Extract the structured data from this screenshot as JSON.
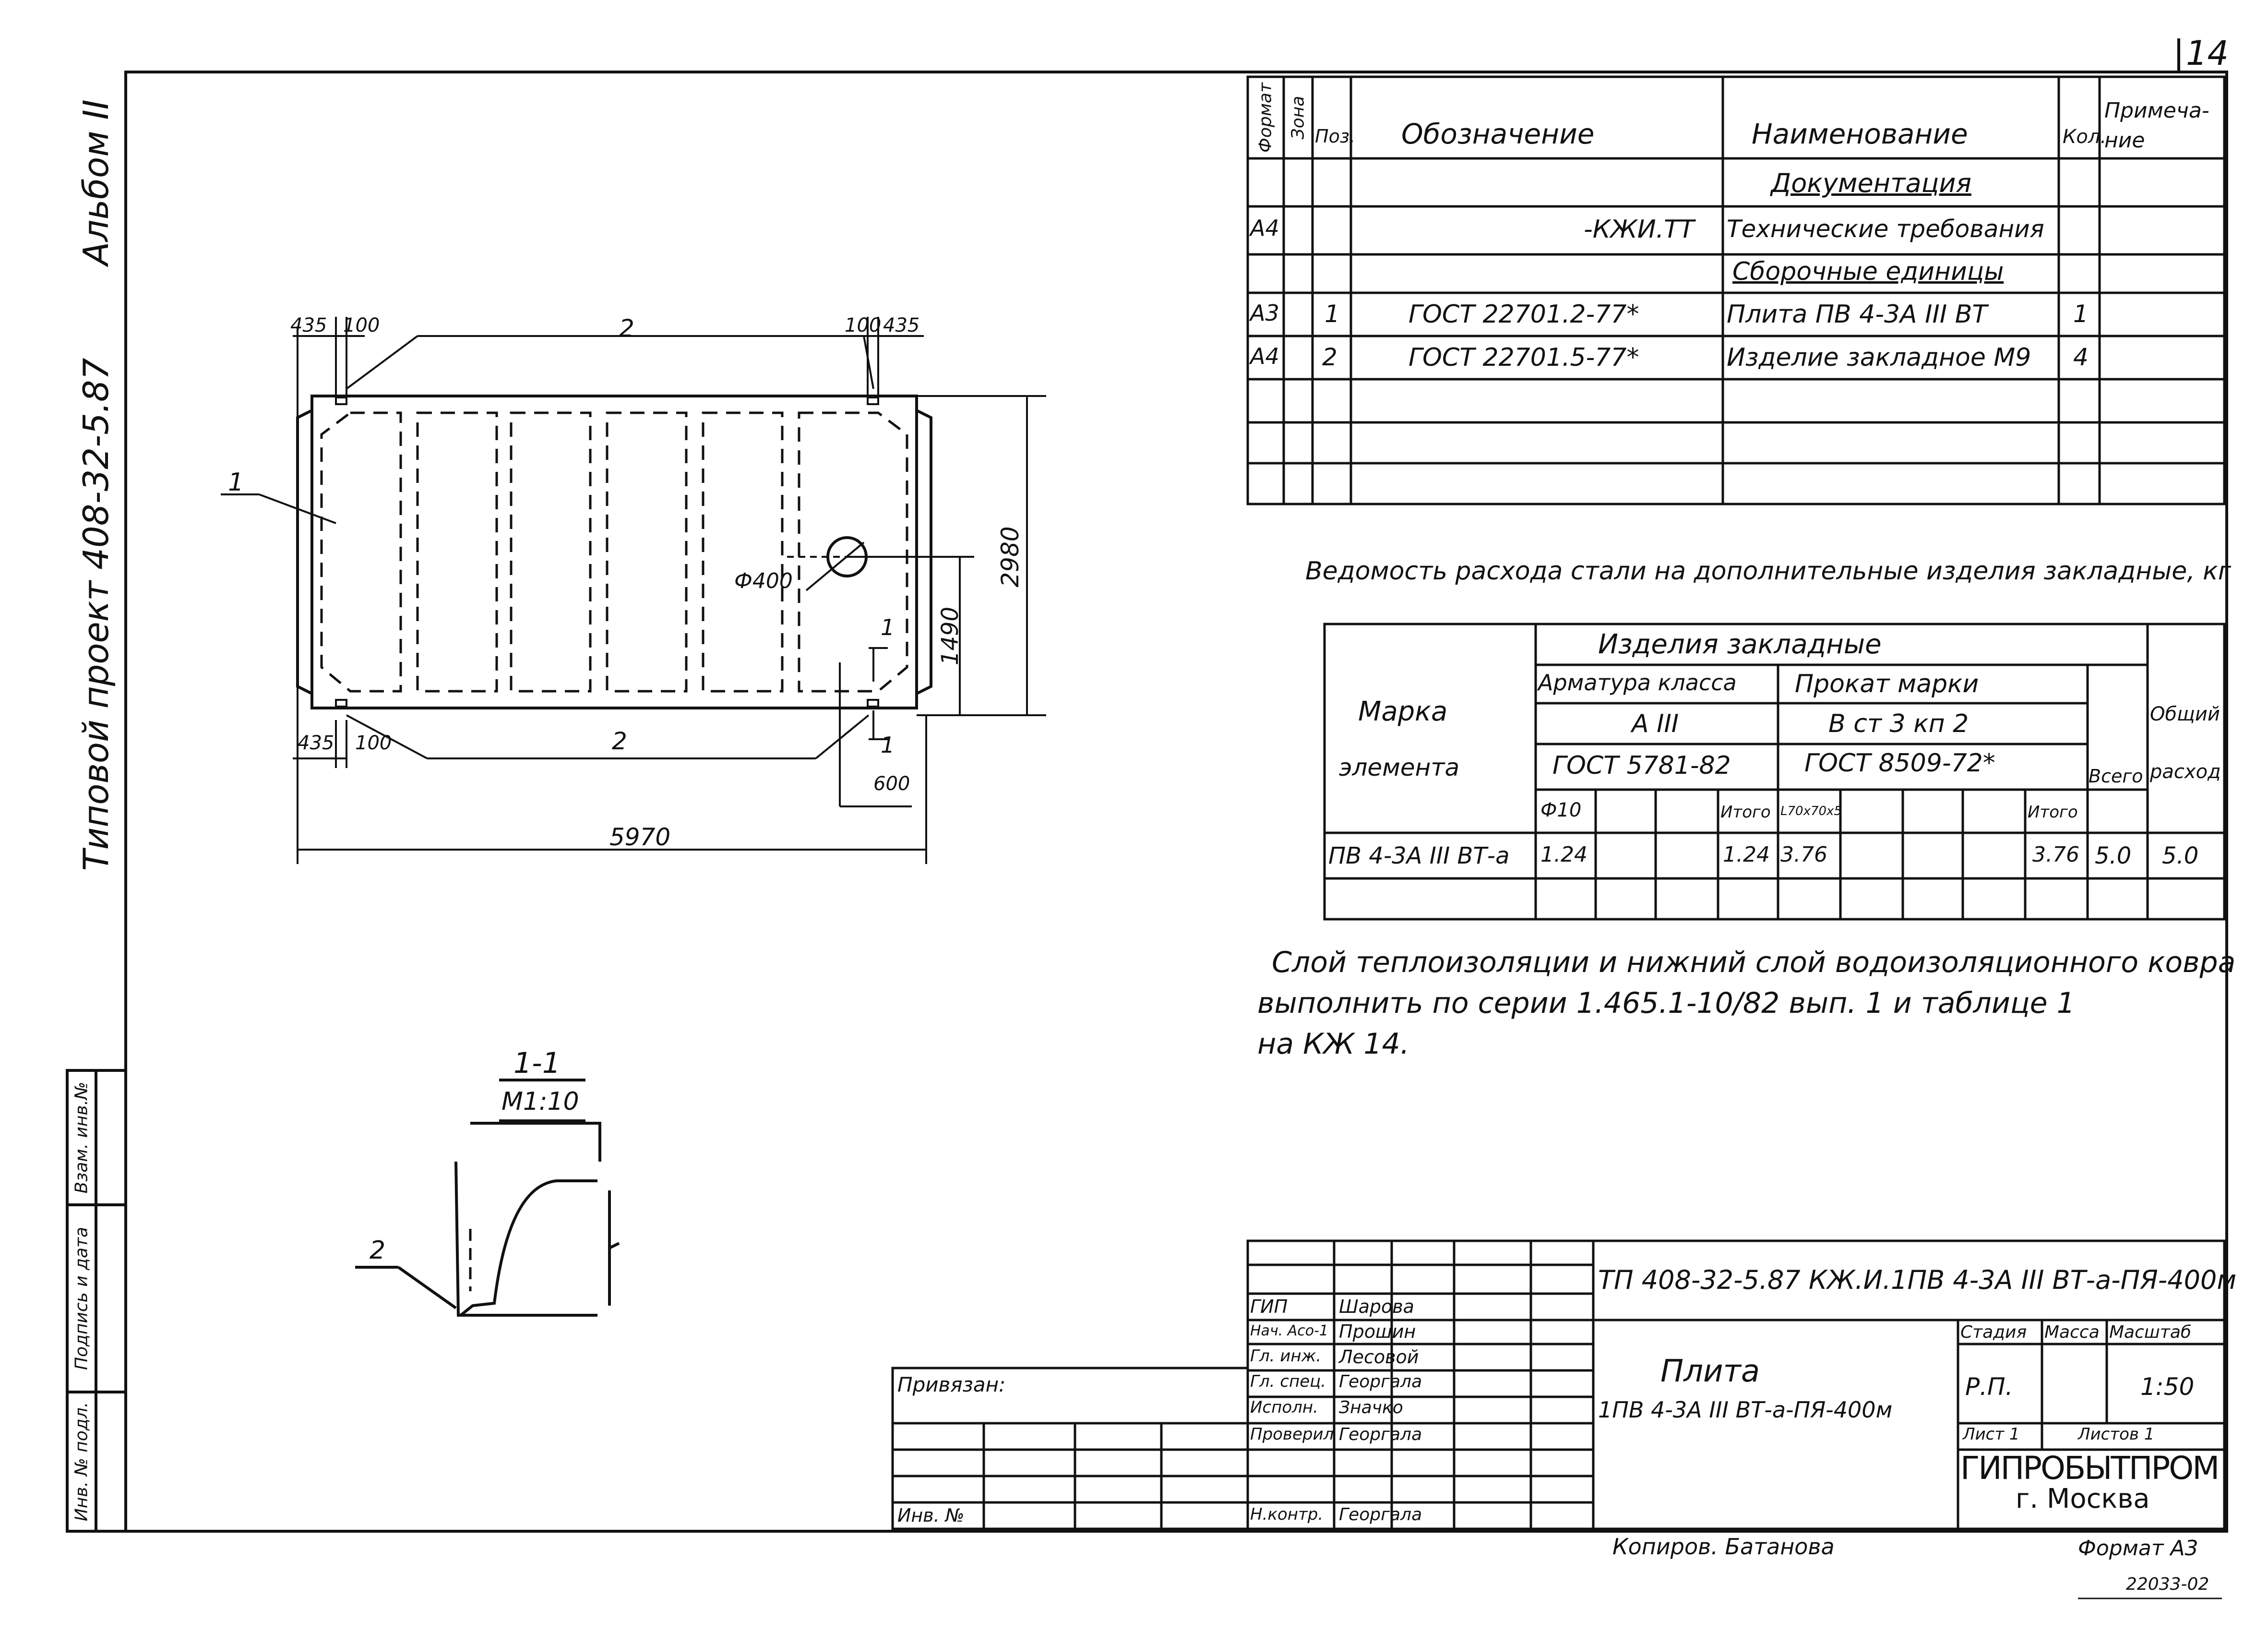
{
  "page_number": "14",
  "side": {
    "album": "Альбом II",
    "project": "Типовой проект 408-32-5.87",
    "stamp_cols": [
      "Инв. № подл.",
      "Подпись и дата",
      "Взам. инв.№"
    ]
  },
  "spec": {
    "headers": [
      "Формат",
      "Зона",
      "Поз.",
      "Обозначение",
      "Наименование",
      "Кол.",
      "Примеча-ние"
    ],
    "rows": [
      {
        "fmt": "",
        "zone": "",
        "pos": "",
        "des": "",
        "name": "Документация",
        "qty": "",
        "note": ""
      },
      {
        "fmt": "А4",
        "zone": "",
        "pos": "",
        "des": "-КЖИ.ТТ",
        "name": "Технические требования",
        "qty": "",
        "note": ""
      },
      {
        "fmt": "",
        "zone": "",
        "pos": "",
        "des": "",
        "name": "Сборочные единицы",
        "qty": "",
        "note": ""
      },
      {
        "fmt": "А3",
        "zone": "",
        "pos": "1",
        "des": "ГОСТ 22701.2-77*",
        "name": "Плита ПВ 4-3А III ВТ",
        "qty": "1",
        "note": ""
      },
      {
        "fmt": "А4",
        "zone": "",
        "pos": "2",
        "des": "ГОСТ 22701.5-77*",
        "name": "Изделие закладное М9",
        "qty": "4",
        "note": ""
      },
      {
        "fmt": "",
        "zone": "",
        "pos": "",
        "des": "",
        "name": "",
        "qty": "",
        "note": ""
      },
      {
        "fmt": "",
        "zone": "",
        "pos": "",
        "des": "",
        "name": "",
        "qty": "",
        "note": ""
      },
      {
        "fmt": "",
        "zone": "",
        "pos": "",
        "des": "",
        "name": "",
        "qty": "",
        "note": ""
      }
    ]
  },
  "steel": {
    "title": "Ведомость расхода стали на дополнительные изделия закладные, кг",
    "group": "Изделия закладные",
    "marka_1": "Марка",
    "marka_2": "элемента",
    "arm": "Арматура класса",
    "arm_class": "А III",
    "arm_gost": "ГОСТ 5781-82",
    "prokat": "Прокат марки",
    "prokat_mark": "В ст 3 кп 2",
    "prokat_gost": "ГОСТ 8509-72*",
    "vsego": "Всего",
    "total_1": "Общий",
    "total_2": "расход",
    "sub": [
      "Ф10",
      "",
      "",
      "Итого",
      "L70x70x5",
      "",
      "",
      "",
      "",
      "Итого"
    ],
    "row": [
      "ПВ 4-3А III ВТ-а",
      "1.24",
      "",
      "",
      "1.24",
      "3.76",
      "",
      "",
      "",
      "",
      "3.76",
      "5.0",
      "5.0"
    ]
  },
  "note": {
    "line1": "Слой теплоизоляции и нижний слой водоизоляционного ковра",
    "line2": "выполнить по серии 1.465.1-10/82 вып. 1 и таблице 1",
    "line3": "на КЖ 14."
  },
  "drawing": {
    "dim_435": "435",
    "dim_100": "100",
    "callout_2": "2",
    "callout_1": "1",
    "dim_2980": "2980",
    "dim_1490": "1490",
    "hole": "Ф400",
    "dim_600": "600",
    "dim_5970": "5970",
    "section_label": "1-1",
    "section_scale": "М1:10"
  },
  "title_block": {
    "code": "ТП 408-32-5.87 КЖ.И.1ПВ 4-3А III ВТ-а-ПЯ-400м",
    "roles": [
      "ГИП",
      "Нач. Асо-1",
      "Гл. инж.",
      "Гл. спец.",
      "Исполн.",
      "Проверил",
      "Н.контр."
    ],
    "people": [
      "Шарова",
      "Прошин",
      "Лесовой",
      "Георгала",
      "Значко",
      "Георгала",
      "Георгала"
    ],
    "privyazan": "Привязан:",
    "inv": "Инв. №",
    "name_1": "Плита",
    "name_2": "1ПВ 4-3А III ВТ-а-ПЯ-400м",
    "stage_h": "Стадия",
    "mass_h": "Масса",
    "scale_h": "Масштаб",
    "stage": "Р.П.",
    "scale": "1:50",
    "sheet": "Лист 1",
    "sheets": "Листов 1",
    "org_1": "ГИПРОБЫТПРОМ",
    "org_2": "г. Москва"
  },
  "footer": {
    "copied": "Копиров. Батанова",
    "format": "Формат А3",
    "number": "22033-02"
  }
}
